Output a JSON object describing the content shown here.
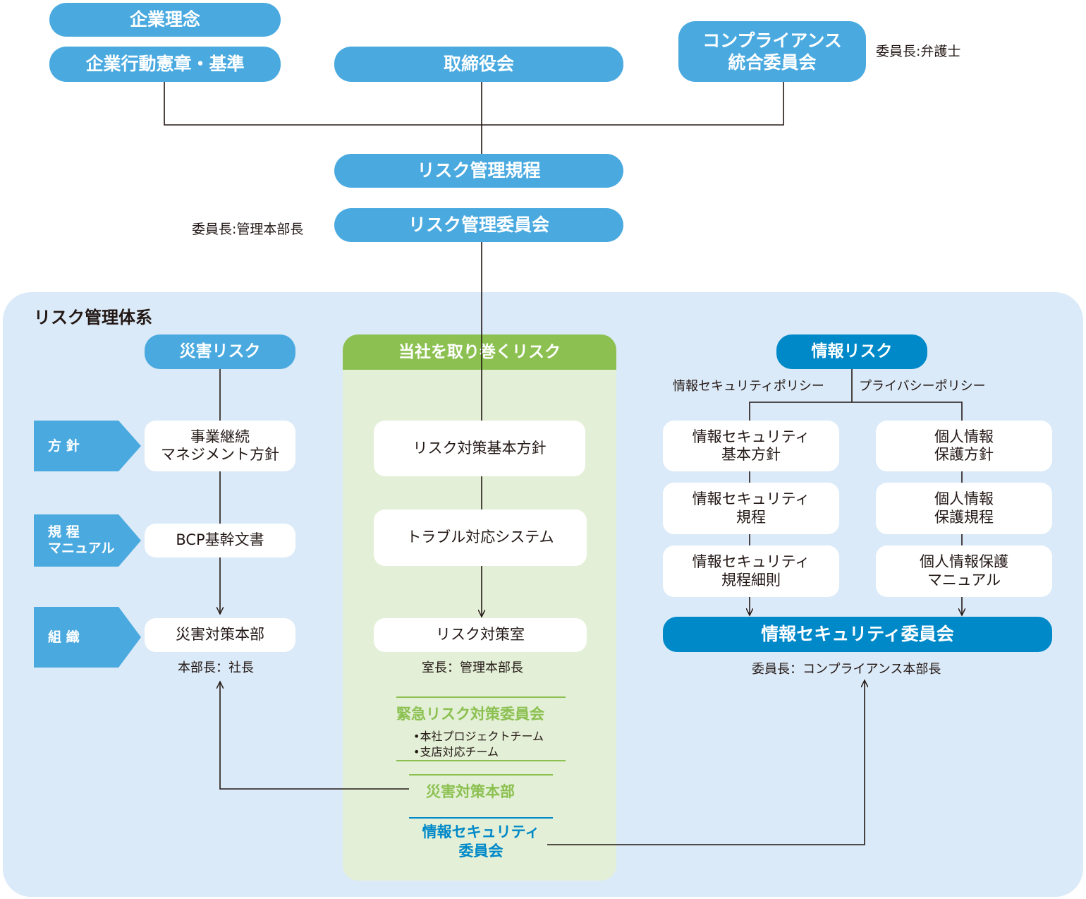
{
  "top": {
    "philosophy": "企業理念",
    "code": "企業行動憲章・基準",
    "board": "取締役会",
    "compliance": "コンプライアンス\n統合委員会",
    "compliance_chair": "委員長:弁護士",
    "risk_rules": "リスク管理規程",
    "risk_committee": "リスク管理委員会",
    "risk_committee_chair": "委員長:管理本部長"
  },
  "system": {
    "title": "リスク管理体系",
    "disaster": {
      "header": "災害リスク",
      "tags": [
        "方 針",
        "規 程\nマニュアル",
        "組 織"
      ],
      "policy": "事業継続\nマネジメント方針",
      "manual": "BCP基幹文書",
      "org": "災害対策本部",
      "org_chair": "本部長：社長"
    },
    "company": {
      "header": "当社を取り巻くリスク",
      "policy": "リスク対策基本方針",
      "system": "トラブル対応システム",
      "office": "リスク対策室",
      "office_chair": "室長：管理本部長",
      "emergency": "緊急リスク対策委員会",
      "emergency_items": [
        "•本社プロジェクトチーム",
        "•支店対応チーム"
      ],
      "disaster_hq": "災害対策本部",
      "infosec": "情報セキュリティ\n委員会"
    },
    "info": {
      "header": "情報リスク",
      "policy_left": "情報セキュリティポリシー",
      "policy_right": "プライバシーポリシー",
      "left_boxes": [
        "情報セキュリティ\n基本方針",
        "情報セキュリティ\n規程",
        "情報セキュリティ\n規程細則"
      ],
      "right_boxes": [
        "個人情報\n保護方針",
        "個人情報\n保護規程",
        "個人情報保護\nマニュアル"
      ],
      "committee": "情報セキュリティ委員会",
      "committee_chair": "委員長：コンプライアンス本部長"
    }
  },
  "colors": {
    "blue": "#4aaae0",
    "dark_blue": "#0089c9",
    "green": "#8cc152",
    "light_blue_bg": "#dbeaf8",
    "light_green_bg": "#e3efd6"
  }
}
